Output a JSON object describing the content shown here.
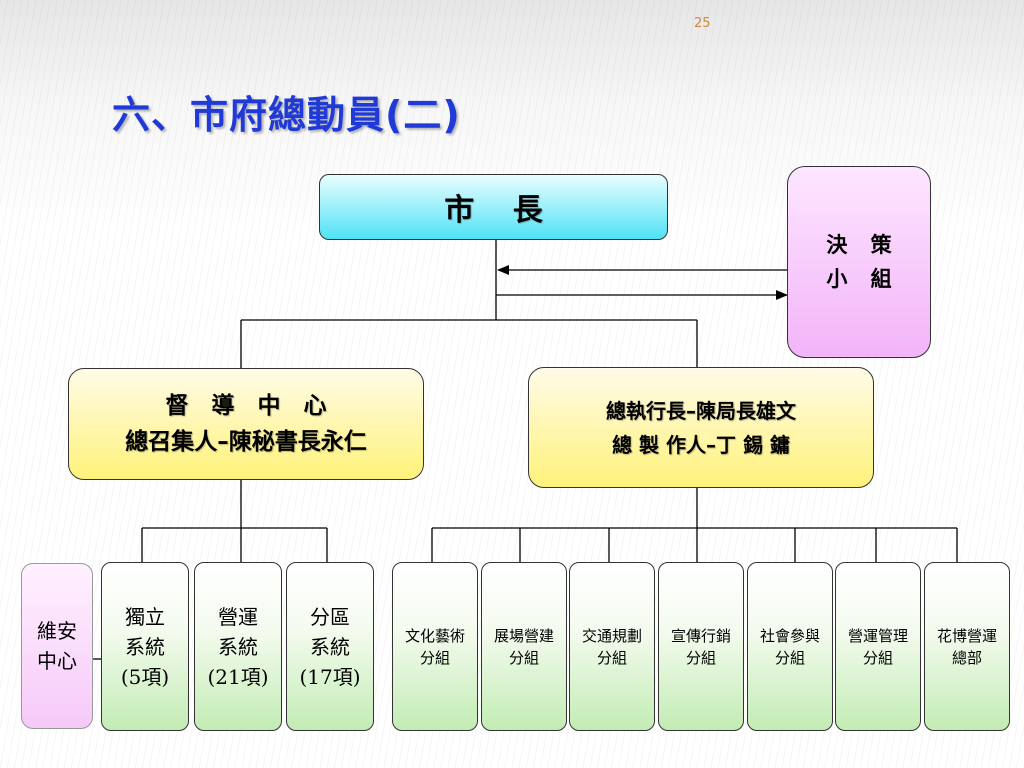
{
  "page_number": "25",
  "title": "六、市府總動員(二)",
  "mayor": {
    "label": "市 長"
  },
  "decision_group": {
    "line1": "決 策",
    "line2": "小 組"
  },
  "supervision": {
    "line1": "督　導　中　心",
    "line2": "總召集人–陳秘書長永仁"
  },
  "executive": {
    "line1": "總執行長–陳局長雄文",
    "line2": "總 製 作人–丁 錫 鏞"
  },
  "security_center": {
    "line1": "維安",
    "line2": "中心"
  },
  "systems": [
    {
      "line1": "獨立",
      "line2": "系統",
      "line3": "(5項)"
    },
    {
      "line1": "營運",
      "line2": "系統",
      "line3": "(21項)"
    },
    {
      "line1": "分區",
      "line2": "系統",
      "line3": "(17項)"
    }
  ],
  "groups": [
    {
      "line1": "文化藝術",
      "line2": "分組"
    },
    {
      "line1": "展場營建",
      "line2": "分組"
    },
    {
      "line1": "交通規劃",
      "line2": "分組"
    },
    {
      "line1": "宣傳行銷",
      "line2": "分組"
    },
    {
      "line1": "社會參與",
      "line2": "分組"
    },
    {
      "line1": "營運管理",
      "line2": "分組"
    },
    {
      "line1": "花博營運",
      "line2": "總部"
    }
  ]
}
